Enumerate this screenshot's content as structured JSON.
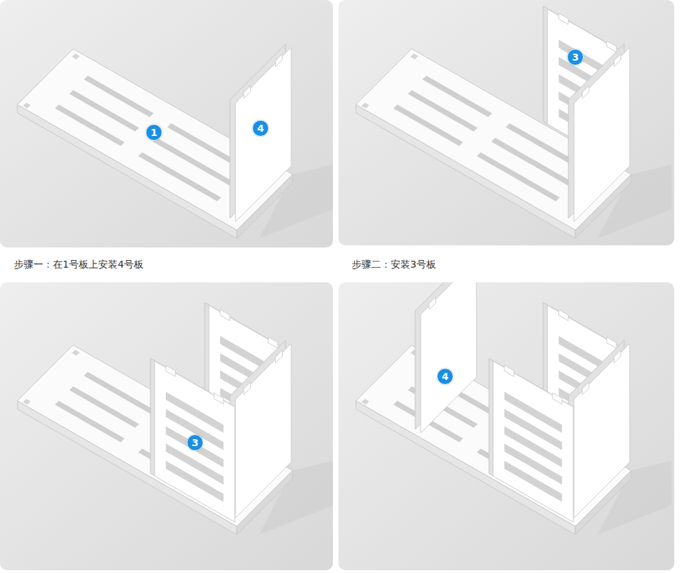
{
  "diagram": {
    "labels": [
      "1",
      "4",
      "步骤一：在1号板上安装4号板",
      "3",
      "步骤二：安装3号板",
      "3",
      "4"
    ]
  }
}
